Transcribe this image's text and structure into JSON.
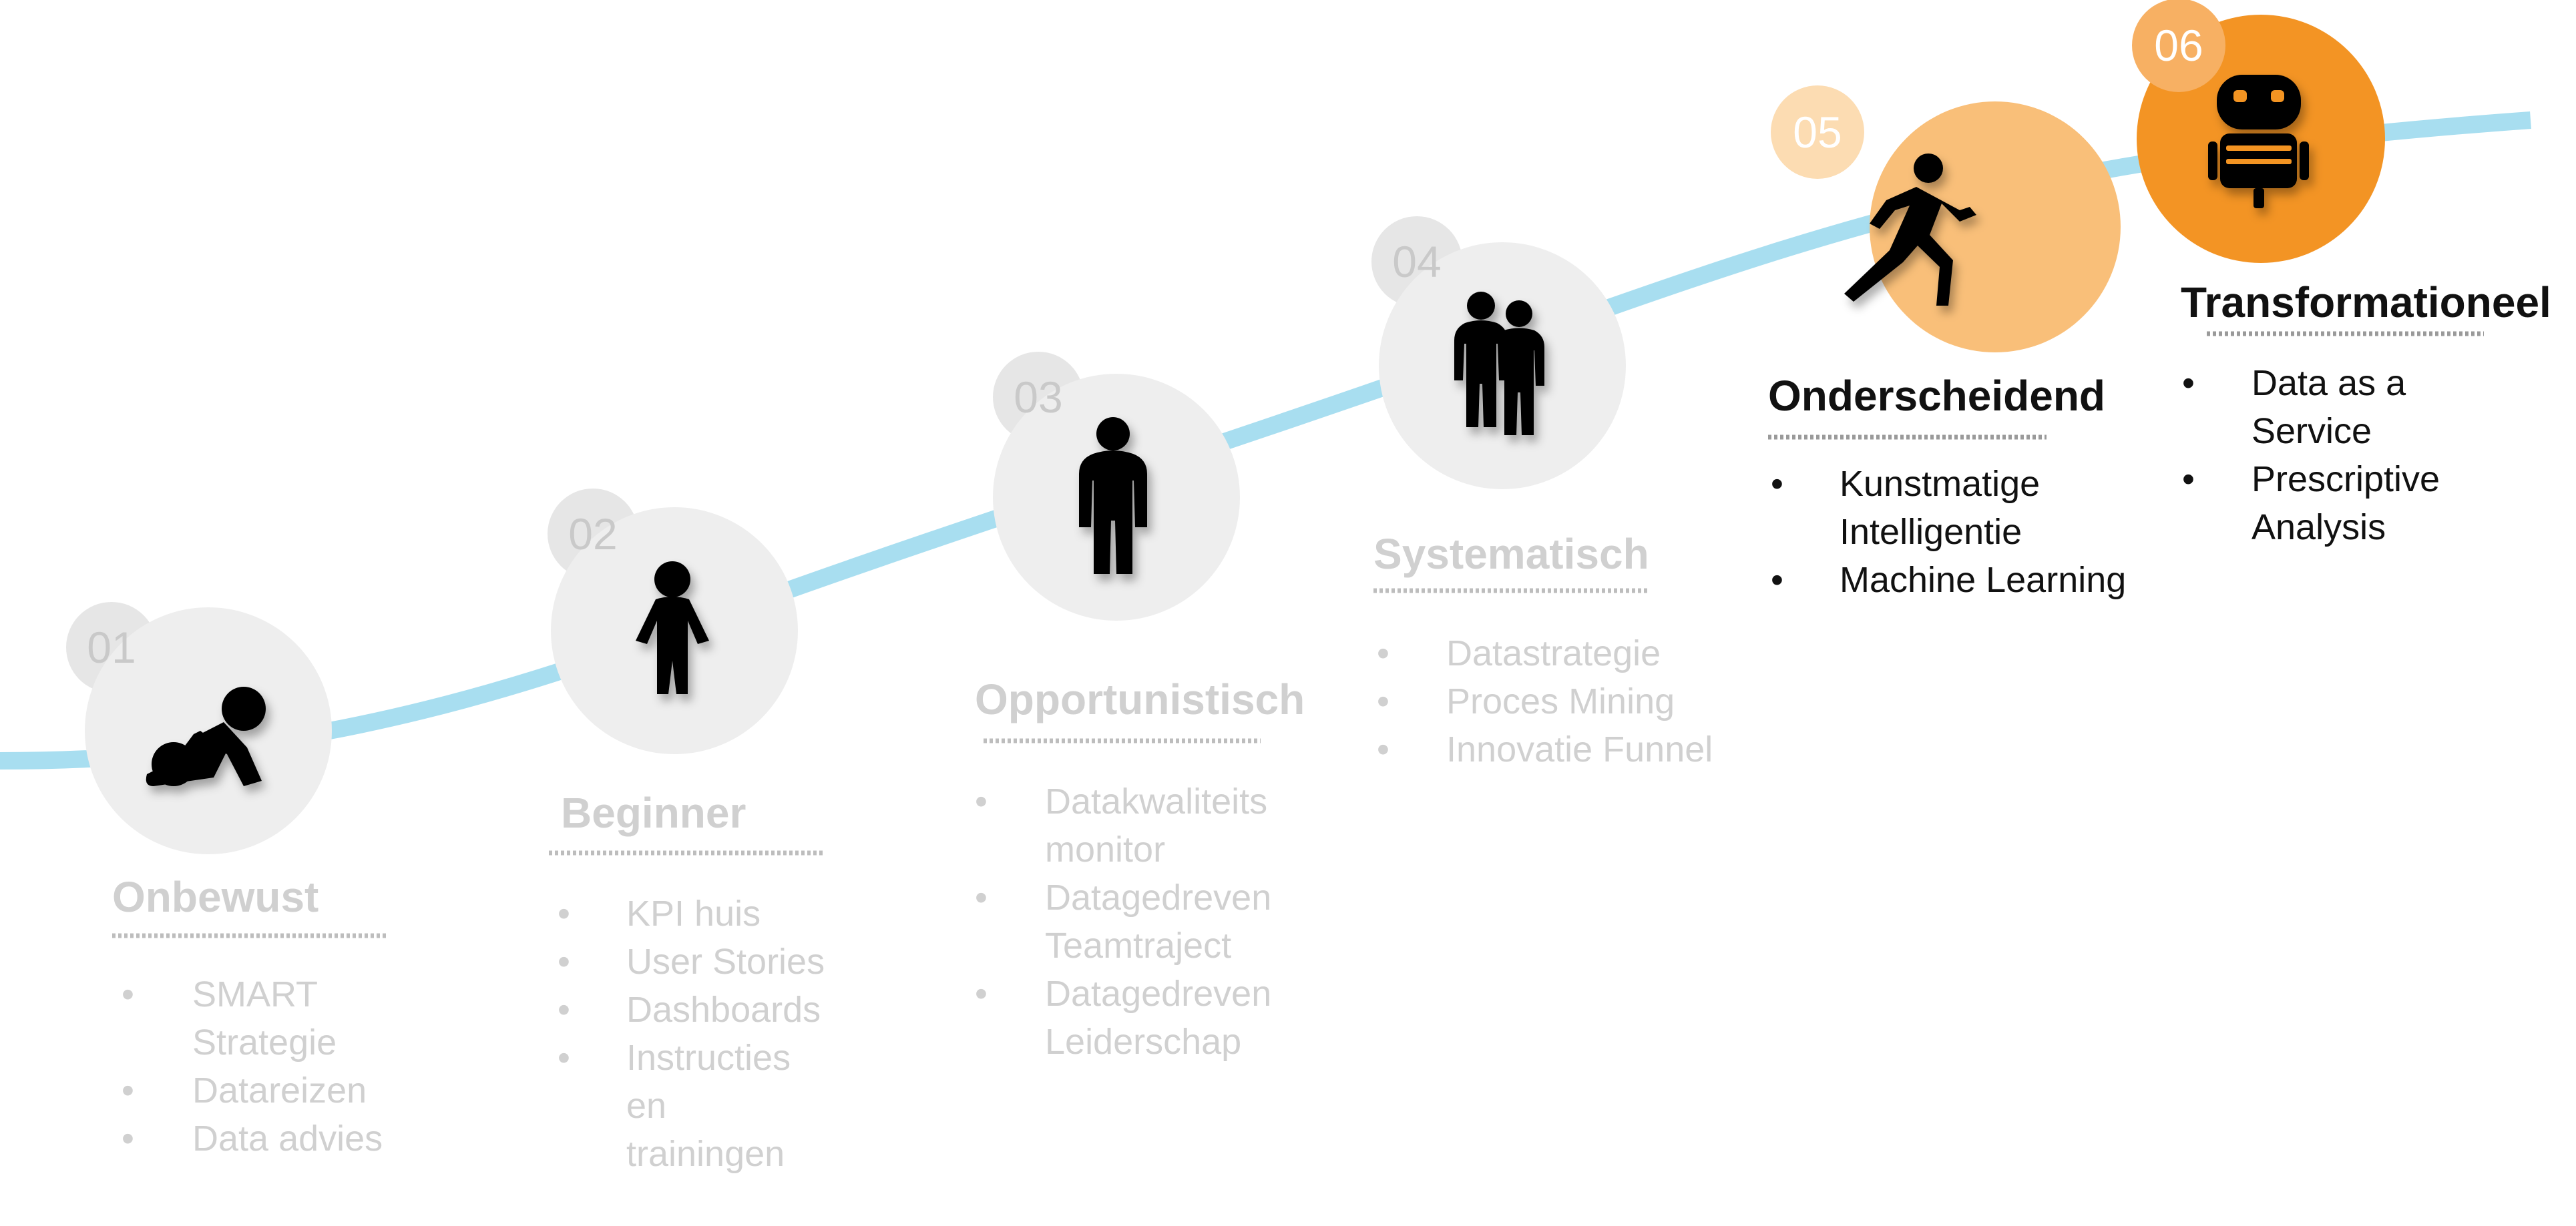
{
  "colors": {
    "curve": "#a8def0",
    "circle_grey": "#eeeeee",
    "badge_grey": "#e6e6e6",
    "number_grey": "#c9c9c9",
    "text_faded": "#d0d0d0",
    "text_active": "#111111",
    "circle_05": "#f9bf79",
    "badge_05": "#fcdcb2",
    "circle_06": "#f39424",
    "badge_06": "#f7b063",
    "icon": "#000000"
  },
  "stages": [
    {
      "number": "01",
      "title": "Onbewust",
      "icon": "crawling-baby-icon",
      "active": false,
      "items": [
        [
          "SMART",
          "Strategie"
        ],
        [
          "Datareizen"
        ],
        [
          "Data advies"
        ]
      ]
    },
    {
      "number": "02",
      "title": "Beginner",
      "icon": "child-icon",
      "active": false,
      "items": [
        [
          "KPI huis"
        ],
        [
          "User Stories"
        ],
        [
          "Dashboards"
        ],
        [
          "Instructies",
          "en",
          "trainingen"
        ]
      ]
    },
    {
      "number": "03",
      "title": "Opportunistisch",
      "icon": "person-standing-icon",
      "active": false,
      "items": [
        [
          "Datakwaliteits",
          "monitor"
        ],
        [
          "Datagedreven",
          "Teamtraject"
        ],
        [
          "Datagedreven",
          "Leiderschap"
        ]
      ]
    },
    {
      "number": "04",
      "title": "Systematisch",
      "icon": "two-people-icon",
      "active": false,
      "items": [
        [
          "Datastrategie"
        ],
        [
          "Proces Mining"
        ],
        [
          "Innovatie Funnel"
        ]
      ]
    },
    {
      "number": "05",
      "title": "Onderscheidend",
      "icon": "running-person-icon",
      "active": true,
      "items": [
        [
          "Kunstmatige",
          "Intelligentie"
        ],
        [
          "Machine Learning"
        ]
      ]
    },
    {
      "number": "06",
      "title": "Transformationeel",
      "icon": "robot-icon",
      "active": true,
      "items": [
        [
          "Data as a",
          "Service"
        ],
        [
          "Prescriptive",
          "Analysis"
        ]
      ]
    }
  ]
}
